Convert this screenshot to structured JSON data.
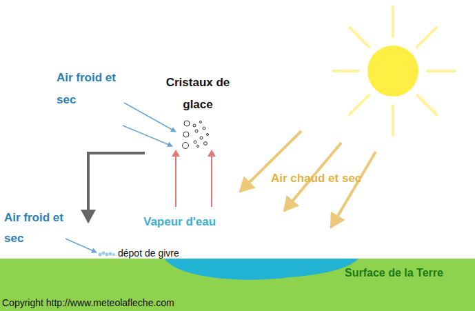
{
  "diagram": {
    "labels": [
      "Air froid et sec",
      "Cristaux de glace",
      "Vapeur d'eau",
      "Air chaud et sec",
      "Air froid et sec",
      "dépot de givre",
      "Surface de la Terre",
      "Copyright http://www.meteolafleche.com"
    ]
  }
}
